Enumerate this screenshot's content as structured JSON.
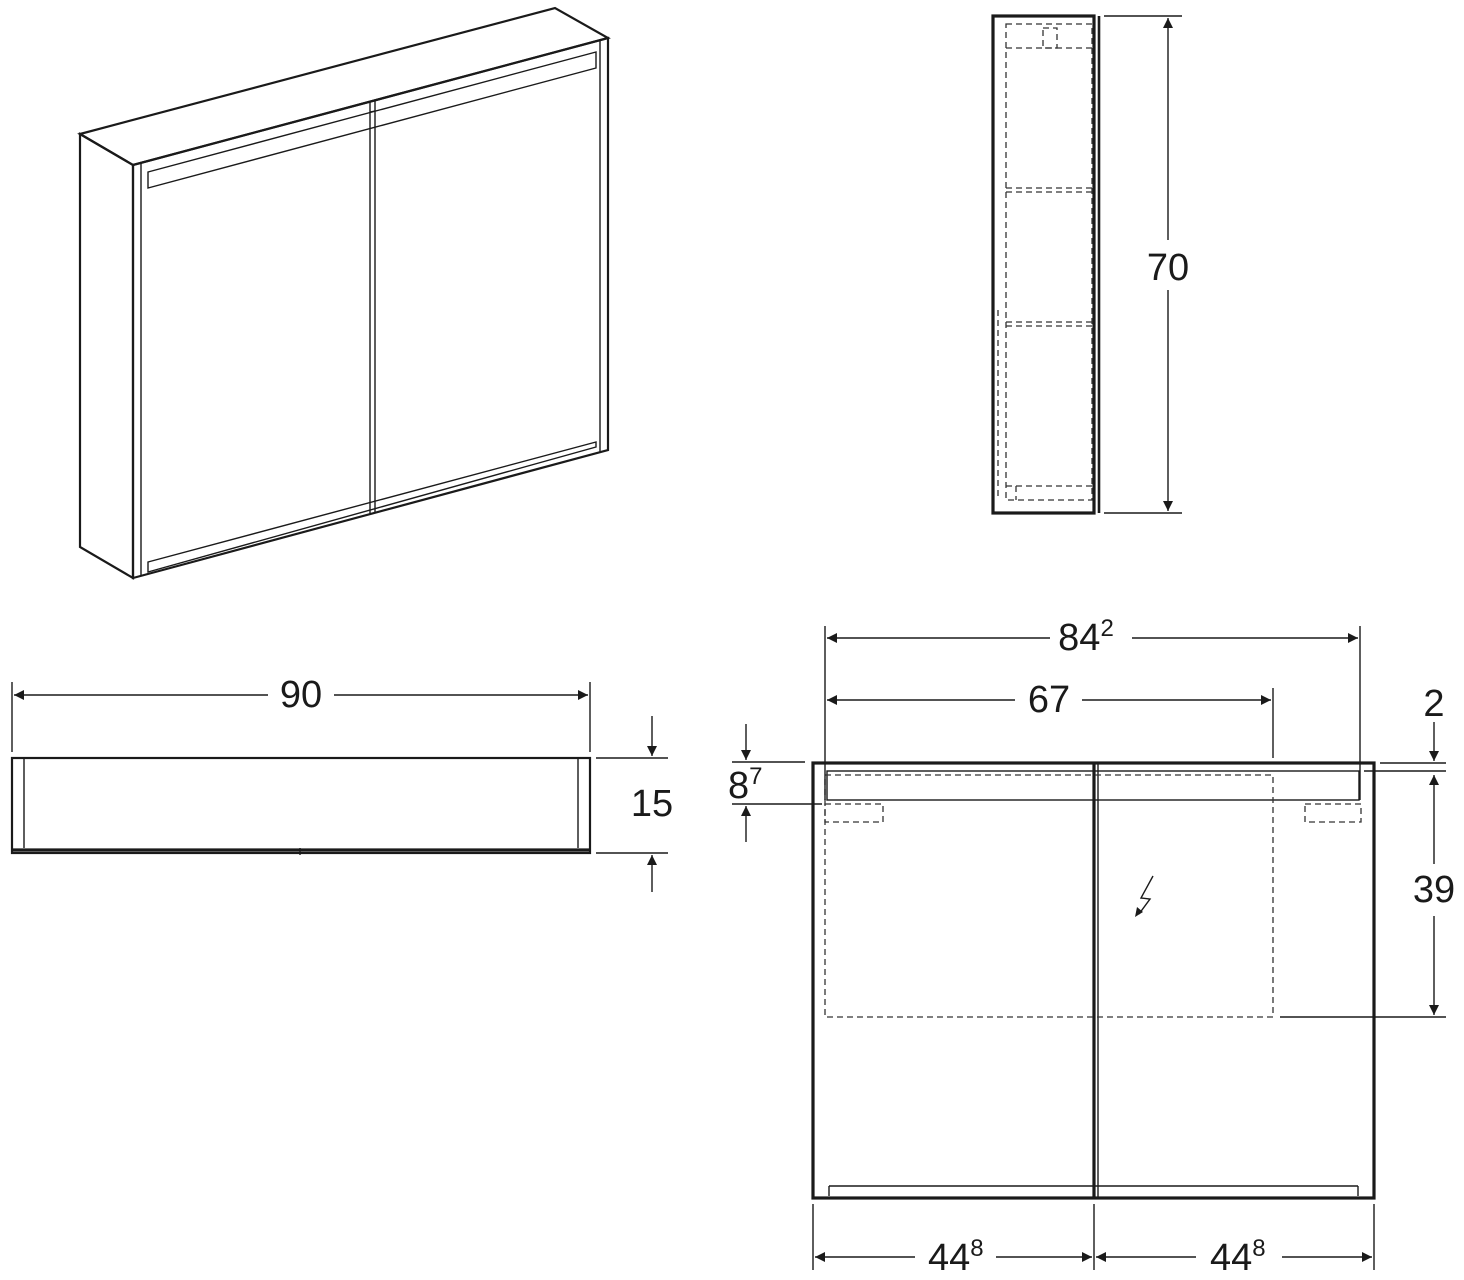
{
  "views": {
    "perspective": {
      "name": "perspective-view"
    },
    "side": {
      "name": "side-view"
    },
    "top": {
      "name": "top-view"
    },
    "front": {
      "name": "front-view"
    }
  },
  "dimensions": {
    "height": {
      "value": "70"
    },
    "overall_width": {
      "value": "90"
    },
    "depth": {
      "value": "15"
    },
    "inner_width": {
      "main": "84",
      "sup": "2"
    },
    "light_width": {
      "value": "67"
    },
    "top_offset": {
      "value": "2"
    },
    "light_height": {
      "main": "8",
      "sup": "7"
    },
    "socket_height": {
      "value": "39"
    },
    "door_left": {
      "main": "44",
      "sup": "8"
    },
    "door_right": {
      "main": "44",
      "sup": "8"
    }
  },
  "icons": {
    "power_socket": "lightning-icon"
  },
  "colors": {
    "line": "#1a1a1a",
    "background": "#ffffff"
  }
}
